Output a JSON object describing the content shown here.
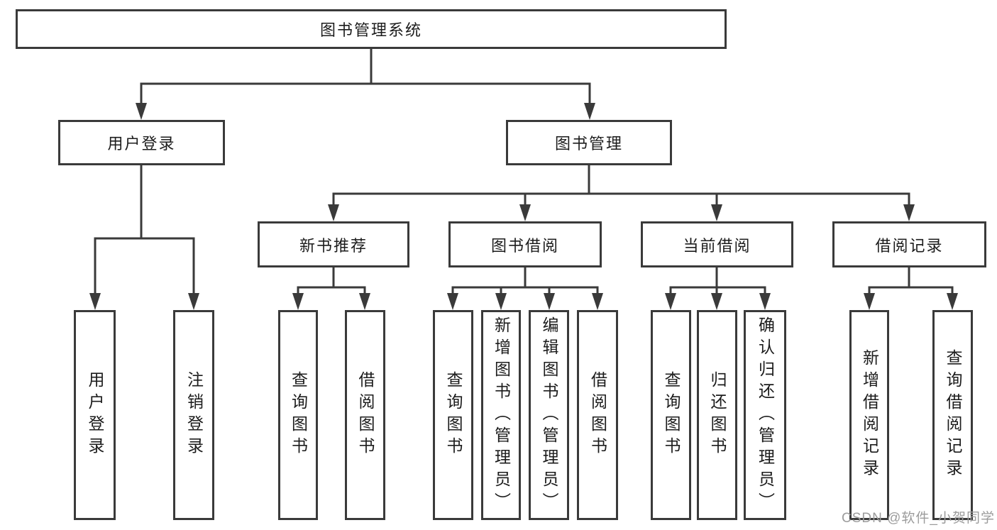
{
  "diagram": {
    "root": {
      "label": "图书管理系统"
    },
    "branches": [
      {
        "label": "用户登录",
        "children": [
          {
            "label": "用户登录"
          },
          {
            "label": "注销登录"
          }
        ]
      },
      {
        "label": "图书管理",
        "children": [
          {
            "label": "新书推荐",
            "children": [
              {
                "label": "查询图书"
              },
              {
                "label": "借阅图书"
              }
            ]
          },
          {
            "label": "图书借阅",
            "children": [
              {
                "label": "查询图书"
              },
              {
                "label": "新增图书（管理员）"
              },
              {
                "label": "编辑图书（管理员）"
              },
              {
                "label": "借阅图书"
              }
            ]
          },
          {
            "label": "当前借阅",
            "children": [
              {
                "label": "查询图书"
              },
              {
                "label": "归还图书"
              },
              {
                "label": "确认归还（管理员）"
              }
            ]
          },
          {
            "label": "借阅记录",
            "children": [
              {
                "label": "新增借阅记录"
              },
              {
                "label": "查询借阅记录"
              }
            ]
          }
        ]
      }
    ]
  },
  "watermark": {
    "text": "CSDN @软件_小贺同学"
  },
  "colors": {
    "line": "#3a3a3a",
    "text": "#1c1c1c",
    "watermark": "#9c9c9c",
    "background": "#ffffff"
  }
}
